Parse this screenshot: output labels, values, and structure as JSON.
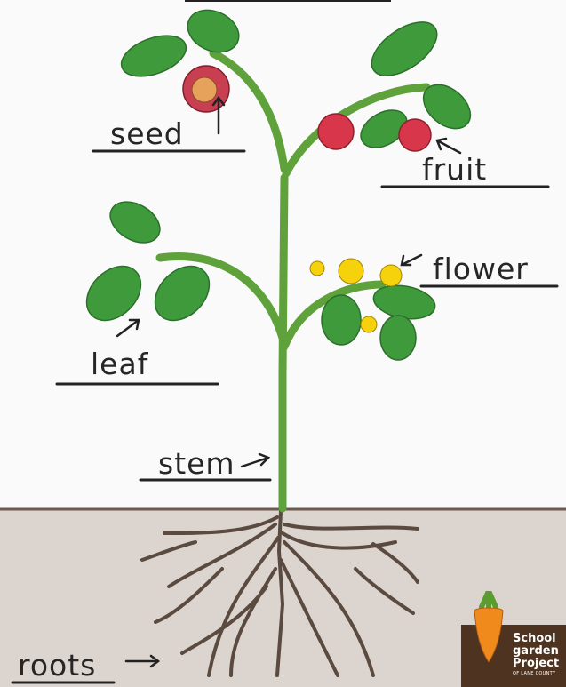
{
  "labels": {
    "seed": "seed",
    "fruit": "fruit",
    "flower": "flower",
    "leaf": "leaf",
    "stem": "stem",
    "roots": "roots"
  },
  "logo": {
    "line1": "School",
    "line2": "garden",
    "line3": "Project",
    "line4": "OF LANE COUNTY"
  },
  "colors": {
    "soil": "#d9d1cb",
    "stem": "#5fa13a",
    "leaf": "#3f9a3c",
    "fruit": "#d8364a",
    "flower": "#f5d20c",
    "roots": "#5a4a40",
    "logo_bg": "#4e3320",
    "carrot": "#f08a1d"
  }
}
